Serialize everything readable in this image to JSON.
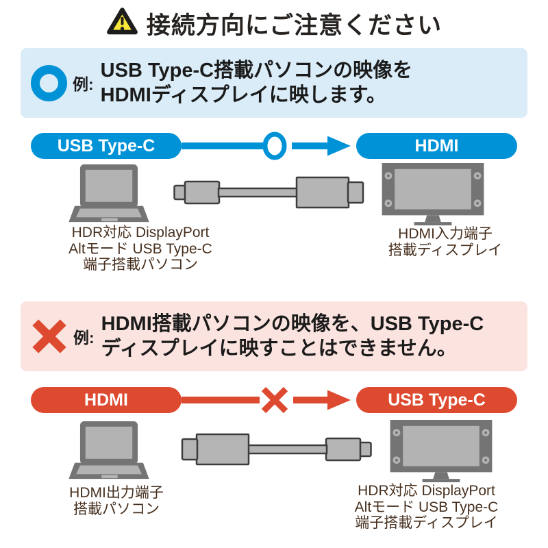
{
  "title": "接続方向にご注意ください",
  "colors": {
    "blue": "#0092d6",
    "light_blue_bg": "#d9ecf8",
    "red": "#dd4a30",
    "pink_bg": "#fbe3df",
    "warning_yellow": "#f6e738",
    "icon_gray_dark": "#757474",
    "icon_gray_light": "#b3b3b3",
    "caption_text": "#47301f",
    "text_black": "#1b1b1b"
  },
  "icons": {
    "header": "warning-triangle-icon",
    "ok": "circle-ok-icon",
    "ng": "cross-ng-icon",
    "devices": [
      "laptop-icon",
      "usbc-hdmi-cable-icon",
      "monitor-icon"
    ]
  },
  "ok": {
    "example_label": "例:",
    "desc_line1": "USB Type-C搭載パソコンの映像を",
    "desc_line2": "HDMIディスプレイに映します。",
    "source_pill": "USB Type-C",
    "target_pill": "HDMI",
    "source_caption": [
      "HDR対応 DisplayPort",
      "Altモード USB Type-C",
      "端子搭載パソコン"
    ],
    "target_caption": [
      "HDMI入力端子",
      "搭載ディスプレイ"
    ]
  },
  "ng": {
    "example_label": "例:",
    "desc_line1": "HDMI搭載パソコンの映像を、USB Type-C",
    "desc_line2": "ディスプレイに映すことはできません。",
    "source_pill": "HDMI",
    "target_pill": "USB Type-C",
    "source_caption": [
      "HDMI出力端子",
      "搭載パソコン"
    ],
    "target_caption": [
      "HDR対応 DisplayPort",
      "Altモード USB Type-C",
      "端子搭載ディスプレイ"
    ]
  }
}
